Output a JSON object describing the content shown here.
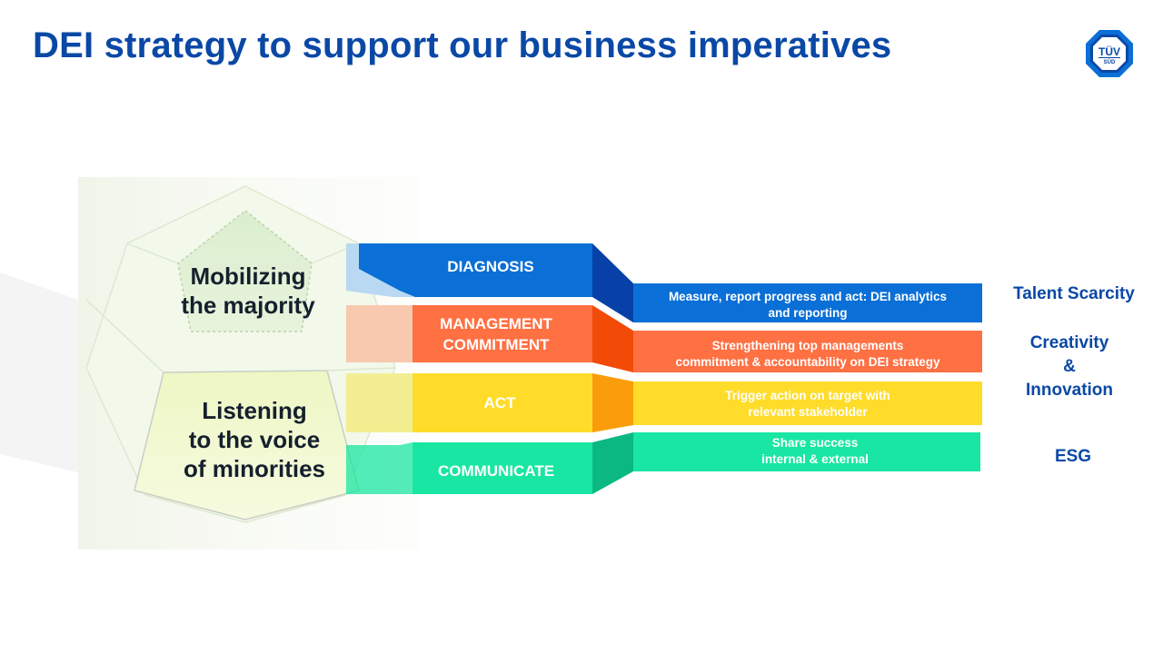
{
  "slide": {
    "title": "DEI strategy to support our business imperatives"
  },
  "logo": {
    "line1": "TÜV",
    "line2": "SÜD",
    "colors": {
      "outer": "#0a6fd6",
      "ring": "#0a48a6",
      "inner": "#ffffff"
    }
  },
  "wedges": {
    "top": {
      "line1": "Mobilizing",
      "line2": "the majority"
    },
    "bottom": {
      "line1": "Listening",
      "line2": "to the voice",
      "line3": "of minorities"
    }
  },
  "pillars": [
    {
      "label_line1": "DIAGNOSIS",
      "label_line2": "",
      "color": "#0a6fd6",
      "dark": "#0741a8",
      "desc_line1": "Measure, report progress and act: DEI analytics",
      "desc_line2": "and reporting"
    },
    {
      "label_line1": "MANAGEMENT",
      "label_line2": "COMMITMENT",
      "color": "#ff7043",
      "dark": "#f24a07",
      "desc_line1": "Strengthening top managements",
      "desc_line2": "commitment & accountability on DEI strategy"
    },
    {
      "label_line1": "ACT",
      "label_line2": "",
      "color": "#ffdc2a",
      "dark": "#fb9d0b",
      "desc_line1": "Trigger action on target with",
      "desc_line2": "relevant stakeholder"
    },
    {
      "label_line1": "COMMUNICATE",
      "label_line2": "",
      "color": "#19e6a2",
      "dark": "#0cb882",
      "desc_line1": "Share success",
      "desc_line2": "internal & external"
    }
  ],
  "imperatives": [
    {
      "line1": "Talent Scarcity",
      "line2": "",
      "line3": ""
    },
    {
      "line1": "Creativity",
      "line2": "&",
      "line3": "Innovation"
    },
    {
      "line1": "ESG",
      "line2": "",
      "line3": ""
    }
  ]
}
